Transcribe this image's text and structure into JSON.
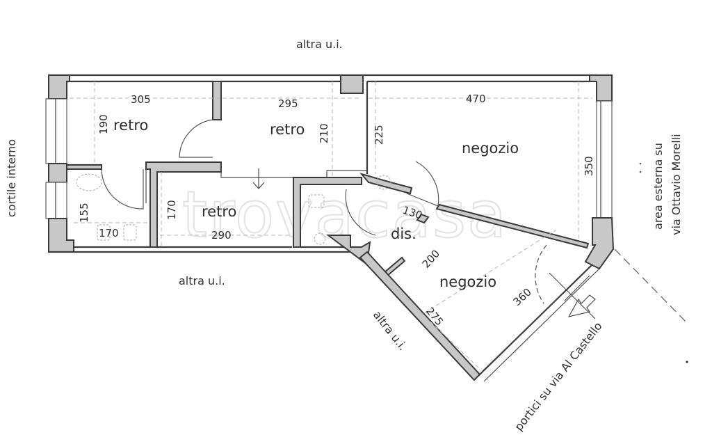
{
  "plan": {
    "context_labels": {
      "top": "altra u.i.",
      "bottom_left": "altra u.i.",
      "bottom_diagonal": "altra u.i.",
      "left": "cortile interno",
      "right_line1": "area esterna su",
      "right_line2": "via Ottavio Morelli",
      "bottom_right": "portici su via Al Castello"
    },
    "rooms": [
      {
        "id": "retro-1",
        "label": "retro",
        "width_dim": "305",
        "height_dim": "190"
      },
      {
        "id": "retro-2",
        "label": "retro",
        "width_dim": "295",
        "height_dim": "210"
      },
      {
        "id": "retro-3",
        "label": "retro",
        "width_dim": "290",
        "height_dim": "170"
      },
      {
        "id": "bagno",
        "label": "",
        "width_dim": "170",
        "height_dim": "155"
      },
      {
        "id": "negozio-1",
        "label": "negozio",
        "width_dim": "470",
        "height_dim": "350",
        "extra_dim": "225"
      },
      {
        "id": "disimpegno",
        "label": "dis.",
        "width_dim": "130",
        "height_dim": "200"
      },
      {
        "id": "negozio-2",
        "label": "negozio",
        "width_dim": "360",
        "height_dim": "275"
      }
    ],
    "watermark": "trovacasa",
    "colors": {
      "wall_fill": "#c8c8c8",
      "wall_stroke": "#3a3a3a",
      "text": "#2e2e2e",
      "watermark": "#e4e4e4"
    }
  }
}
